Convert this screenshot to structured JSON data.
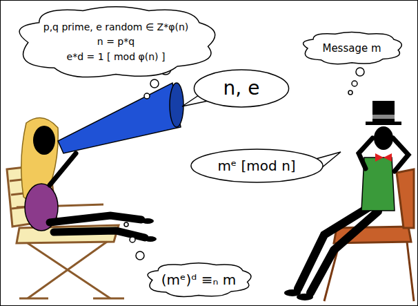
{
  "diagram": {
    "nodes": [
      {
        "text": [
          "p,q prime, e random ∈ Z*φ(n)",
          "n = p*q",
          "e*d = 1 [ mod φ(n) ]"
        ]
      },
      {
        "text": [
          "n, e"
        ]
      },
      {
        "text": [
          "Message m"
        ]
      },
      {
        "text": [
          "mᵉ [mod n]"
        ]
      },
      {
        "text": [
          "(mᵉ)ᵈ ≡ₙ m"
        ]
      }
    ]
  }
}
